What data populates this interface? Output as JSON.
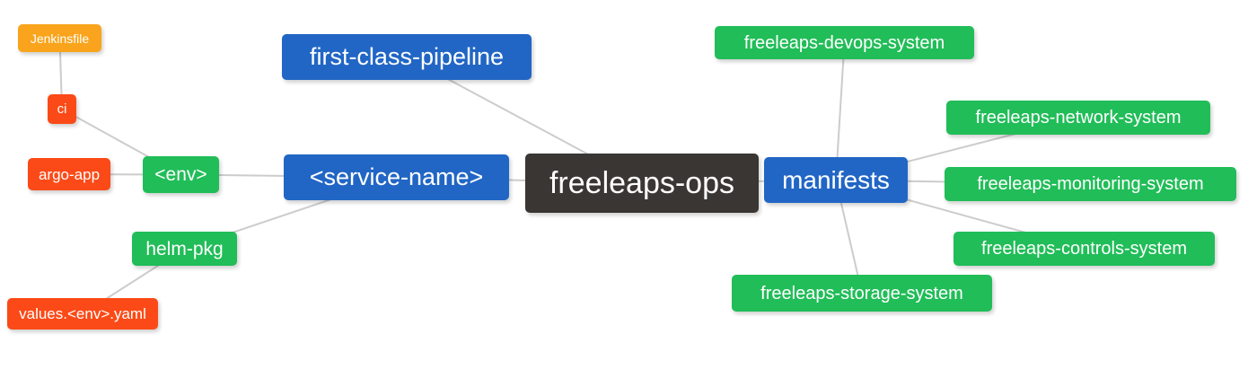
{
  "diagram": {
    "type": "mindmap",
    "root_label": "freeleaps-ops"
  },
  "palette": {
    "root_dark": "#3a3634",
    "branch_blue": "#2166c5",
    "leaf_green": "#21bd58",
    "leaf_red": "#fb4a17",
    "leaf_orange": "#f9a41c",
    "edge": "#cccccc",
    "text": "#ffffff"
  },
  "nodes": {
    "freeleaps_ops": {
      "label": "freeleaps-ops",
      "color": "#3a3634"
    },
    "first_class_pipeline": {
      "label": "first-class-pipeline",
      "color": "#2166c5"
    },
    "service_name": {
      "label": "<service-name>",
      "color": "#2166c5"
    },
    "manifests": {
      "label": "manifests",
      "color": "#2166c5"
    },
    "env": {
      "label": "<env>",
      "color": "#21bd58"
    },
    "helm_pkg": {
      "label": "helm-pkg",
      "color": "#21bd58"
    },
    "ci": {
      "label": "ci",
      "color": "#fb4a17"
    },
    "argo_app": {
      "label": "argo-app",
      "color": "#fb4a17"
    },
    "jenkinsfile": {
      "label": "Jenkinsfile",
      "color": "#f9a41c"
    },
    "values_env_yaml": {
      "label": "values.<env>.yaml",
      "color": "#fb4a17"
    },
    "devops_system": {
      "label": "freeleaps-devops-system",
      "color": "#21bd58"
    },
    "network_system": {
      "label": "freeleaps-network-system",
      "color": "#21bd58"
    },
    "monitoring_system": {
      "label": "freeleaps-monitoring-system",
      "color": "#21bd58"
    },
    "controls_system": {
      "label": "freeleaps-controls-system",
      "color": "#21bd58"
    },
    "storage_system": {
      "label": "freeleaps-storage-system",
      "color": "#21bd58"
    }
  },
  "edges": [
    [
      "jenkinsfile",
      "ci"
    ],
    [
      "ci",
      "env"
    ],
    [
      "argo_app",
      "env"
    ],
    [
      "env",
      "service_name"
    ],
    [
      "helm_pkg",
      "service_name"
    ],
    [
      "values_env_yaml",
      "helm_pkg"
    ],
    [
      "first_class_pipeline",
      "freeleaps_ops"
    ],
    [
      "service_name",
      "freeleaps_ops"
    ],
    [
      "freeleaps_ops",
      "manifests"
    ],
    [
      "manifests",
      "devops_system"
    ],
    [
      "manifests",
      "network_system"
    ],
    [
      "manifests",
      "monitoring_system"
    ],
    [
      "manifests",
      "controls_system"
    ],
    [
      "manifests",
      "storage_system"
    ]
  ]
}
